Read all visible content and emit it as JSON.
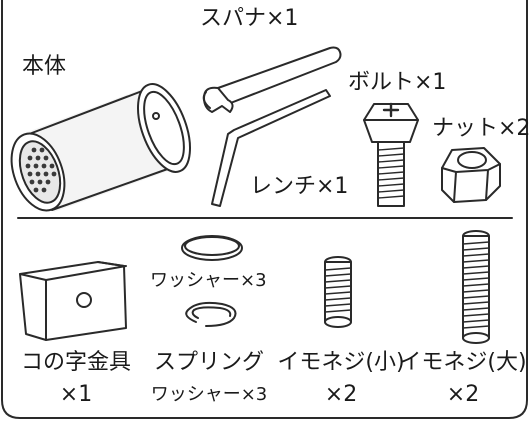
{
  "parts": {
    "body": {
      "name": "本体"
    },
    "spanner": {
      "name": "スパナ×1"
    },
    "bolt": {
      "name": "ボルト×1"
    },
    "nut": {
      "name": "ナット×2"
    },
    "wrench": {
      "name": "レンチ×1"
    },
    "washer": {
      "name": "ワッシャー×3"
    },
    "bracket": {
      "name": "コの字金具",
      "qty": "×1"
    },
    "spring": {
      "name": "スプリング",
      "qty": "ワッシャー×3"
    },
    "set_small": {
      "name": "イモネジ(小)",
      "qty": "×2"
    },
    "set_large": {
      "name": "イモネジ(大)",
      "qty": "×2"
    }
  }
}
